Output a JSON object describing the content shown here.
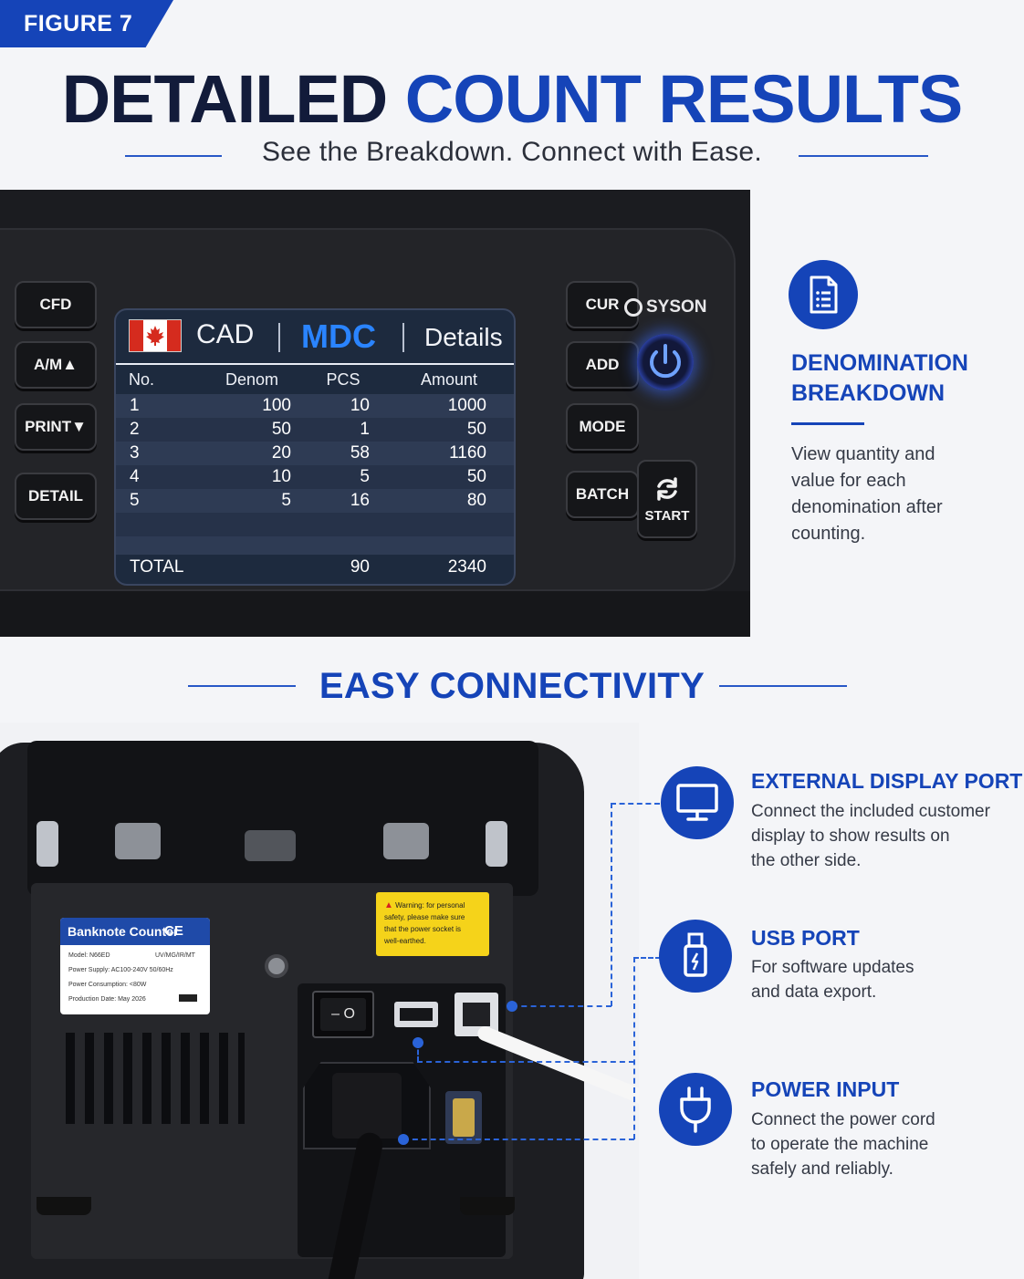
{
  "header": {
    "figure_tag": "FIGURE 7",
    "title_dark": "DETAILED",
    "title_blue": "COUNT RESULTS",
    "subtitle": "See the Breakdown. Connect with Ease."
  },
  "device": {
    "brand": "SYSON",
    "left_buttons": [
      "CFD",
      "A/M▲",
      "PRINT▼",
      "DETAIL"
    ],
    "right_buttons": [
      "CUR",
      "ADD",
      "MODE",
      "BATCH"
    ],
    "start_label": "START",
    "screen": {
      "currency": "CAD",
      "mode": "MDC",
      "view": "Details",
      "columns": [
        "No.",
        "Denom",
        "PCS",
        "Amount"
      ],
      "rows": [
        [
          "1",
          "100",
          "10",
          "1000"
        ],
        [
          "2",
          "50",
          "1",
          "50"
        ],
        [
          "3",
          "20",
          "58",
          "1160"
        ],
        [
          "4",
          "10",
          "5",
          "50"
        ],
        [
          "5",
          "5",
          "16",
          "80"
        ]
      ],
      "total_label": "TOTAL",
      "total_pcs": "90",
      "total_amount": "2340"
    }
  },
  "feature": {
    "heading_line1": "DENOMINATION",
    "heading_line2": "BREAKDOWN",
    "body_lines": [
      "View quantity and",
      "value for each",
      "denomination after",
      "counting."
    ],
    "icon": "document-list-icon"
  },
  "connectivity": {
    "title": "EASY CONNECTIVITY",
    "items": [
      {
        "icon": "monitor-icon",
        "heading": "EXTERNAL DISPLAY PORT",
        "lines": [
          "Connect the included customer",
          "display to show results on",
          "the other side."
        ]
      },
      {
        "icon": "usb-drive-icon",
        "heading": "USB PORT",
        "lines": [
          "For software updates",
          "and data export."
        ]
      },
      {
        "icon": "power-plug-icon",
        "heading": "POWER INPUT",
        "lines": [
          "Connect the power cord",
          "to operate the machine",
          "safely and reliably."
        ]
      }
    ]
  },
  "rear_labels": {
    "rating_title": "Banknote Counter",
    "rating_ce": "CE",
    "rating_model": "Model: N66ED",
    "rating_modes": "UV/MG/IR/MT",
    "rating_supply": "Power Supply: AC100-240V 50/60Hz",
    "rating_consumption": "Power Consumption: <80W",
    "rating_date": "Production Date: May 2026",
    "warning_lines": [
      "Warning: for personal",
      "safety, please make sure",
      "that the power socket is",
      "well-earthed."
    ],
    "switch_label": "– O"
  },
  "colors": {
    "accent": "#1544b8",
    "title_dark": "#121b3a",
    "screen_bg": "#1d2a3e",
    "device_bg": "#232428"
  }
}
